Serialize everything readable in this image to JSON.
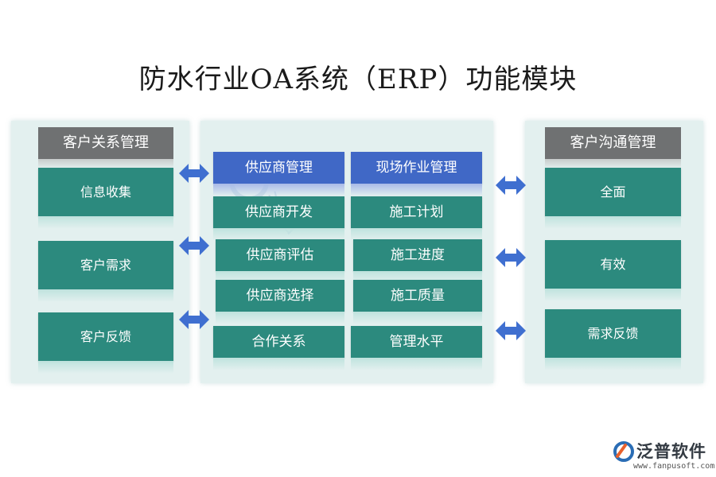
{
  "title": "防水行业OA系统（ERP）功能模块",
  "left": {
    "header": "客户关系管理",
    "items": [
      "信息收集",
      "客户需求",
      "客户反馈"
    ]
  },
  "middle": {
    "col1": [
      "供应商管理",
      "供应商开发",
      "供应商评估",
      "供应商选择",
      "合作关系"
    ],
    "col2": [
      "现场作业管理",
      "施工计划",
      "施工进度",
      "施工质量",
      "管理水平"
    ]
  },
  "right": {
    "header": "客户沟通管理",
    "items": [
      "全面",
      "有效",
      "需求反馈"
    ]
  },
  "logo": {
    "name": "泛普软件",
    "url": "www.fanpusoft.com"
  },
  "colors": {
    "teal": "#2c8a7e",
    "blue": "#4068c6",
    "gray": "#6f7172",
    "panel": "#e3f0ef",
    "arrow": "#3f6fd0"
  },
  "icons": {
    "arrows": "double-arrow-icon",
    "logo": "fanpu-logo-icon"
  }
}
